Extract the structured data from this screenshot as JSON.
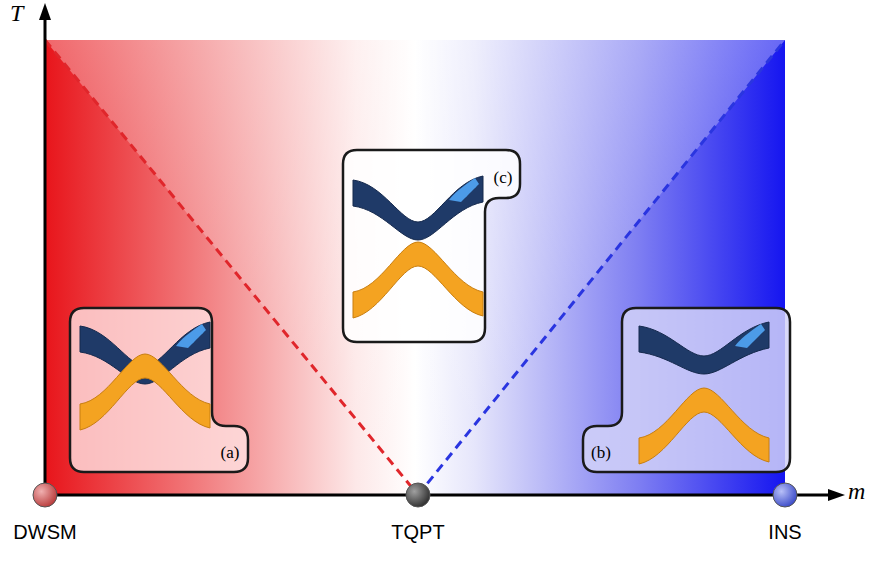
{
  "diagram": {
    "nodes": [
      {
        "text": [
          "(c)"
        ]
      },
      {
        "text": [
          "(a)"
        ]
      },
      {
        "text": [
          "(b)"
        ]
      },
      {
        "text": [
          "DWSM"
        ]
      },
      {
        "text": [
          "TQPT"
        ]
      },
      {
        "text": [
          "INS"
        ]
      }
    ],
    "labels": [
      "T",
      "m"
    ]
  }
}
